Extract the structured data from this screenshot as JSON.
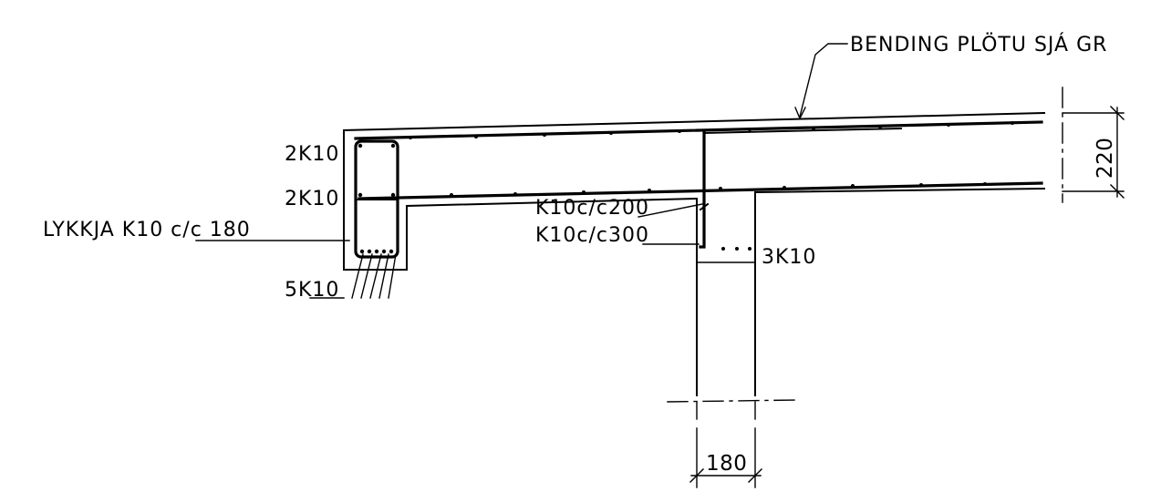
{
  "labels": {
    "slab_bending_note": "BENDING PLÖTU SJÁ GR",
    "top_bars": "2K10",
    "mid_bars": "2K10",
    "stirrups": "LYKKJA K10 c/c 180",
    "bottom_bars": "5K10",
    "web_bars_upper": "K10c/c200",
    "web_bars_lower": "K10c/c300",
    "web_bottom_bars": "3K10"
  },
  "dimensions": {
    "slab_thickness": "220",
    "web_width": "180"
  }
}
